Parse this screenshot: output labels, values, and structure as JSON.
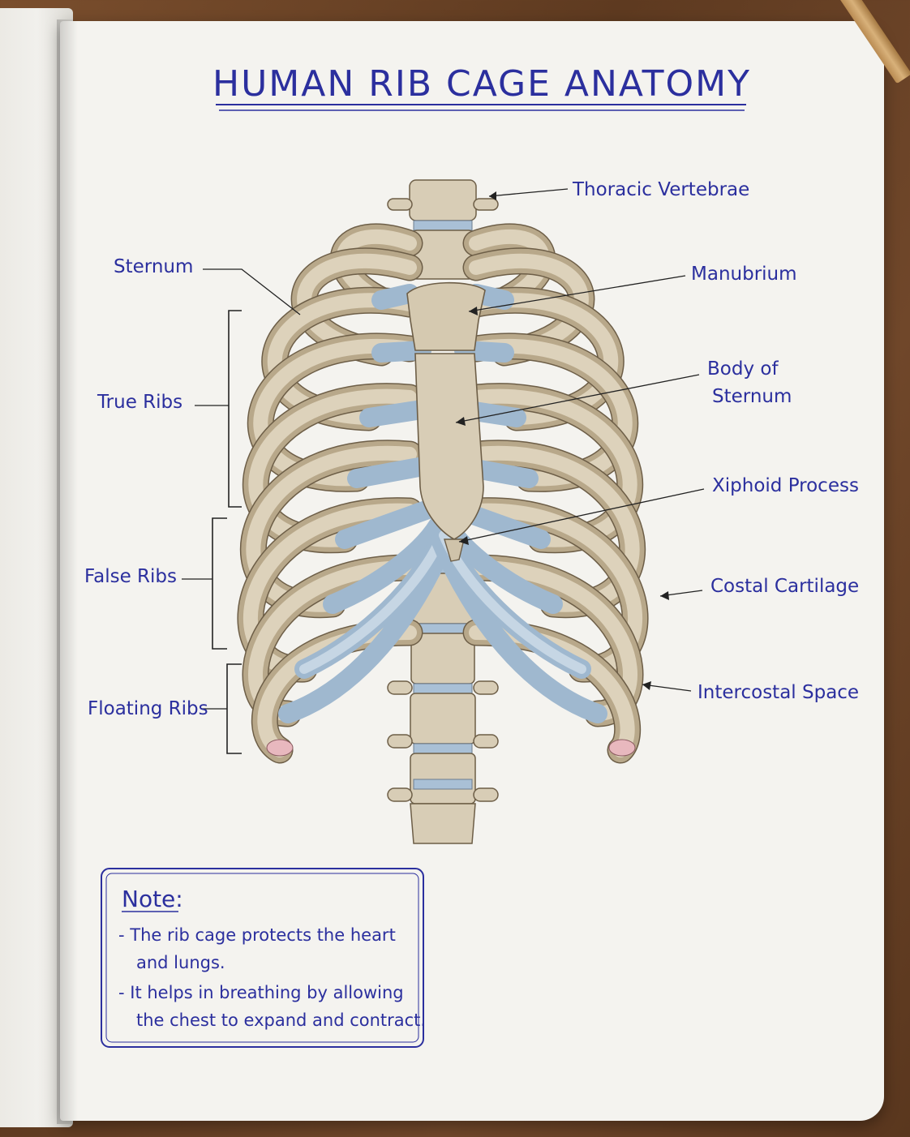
{
  "diagram": {
    "title": "HUMAN RIB CAGE ANATOMY",
    "labels": {
      "thoracic_vertebrae": "Thoracic Vertebrae",
      "sternum": "Sternum",
      "manubrium": "Manubrium",
      "body_of_sternum_line1": "Body of",
      "body_of_sternum_line2": "Sternum",
      "true_ribs": "True Ribs",
      "xiphoid_process": "Xiphoid Process",
      "false_ribs": "False Ribs",
      "costal_cartilage": "Costal Cartilage",
      "floating_ribs": "Floating Ribs",
      "intercostal_space": "Intercostal Space"
    },
    "note": {
      "heading": "Note:",
      "line1": "- The rib cage protects the heart",
      "line2": "and lungs.",
      "line3": "- It helps in breathing by allowing",
      "line4": "the chest to expand and contract."
    }
  },
  "colors": {
    "ink": "#2b2f9e",
    "bone": "#d8cdb6",
    "cartilage": "#a9c0d6",
    "floating_tip": "#e8b8be"
  }
}
